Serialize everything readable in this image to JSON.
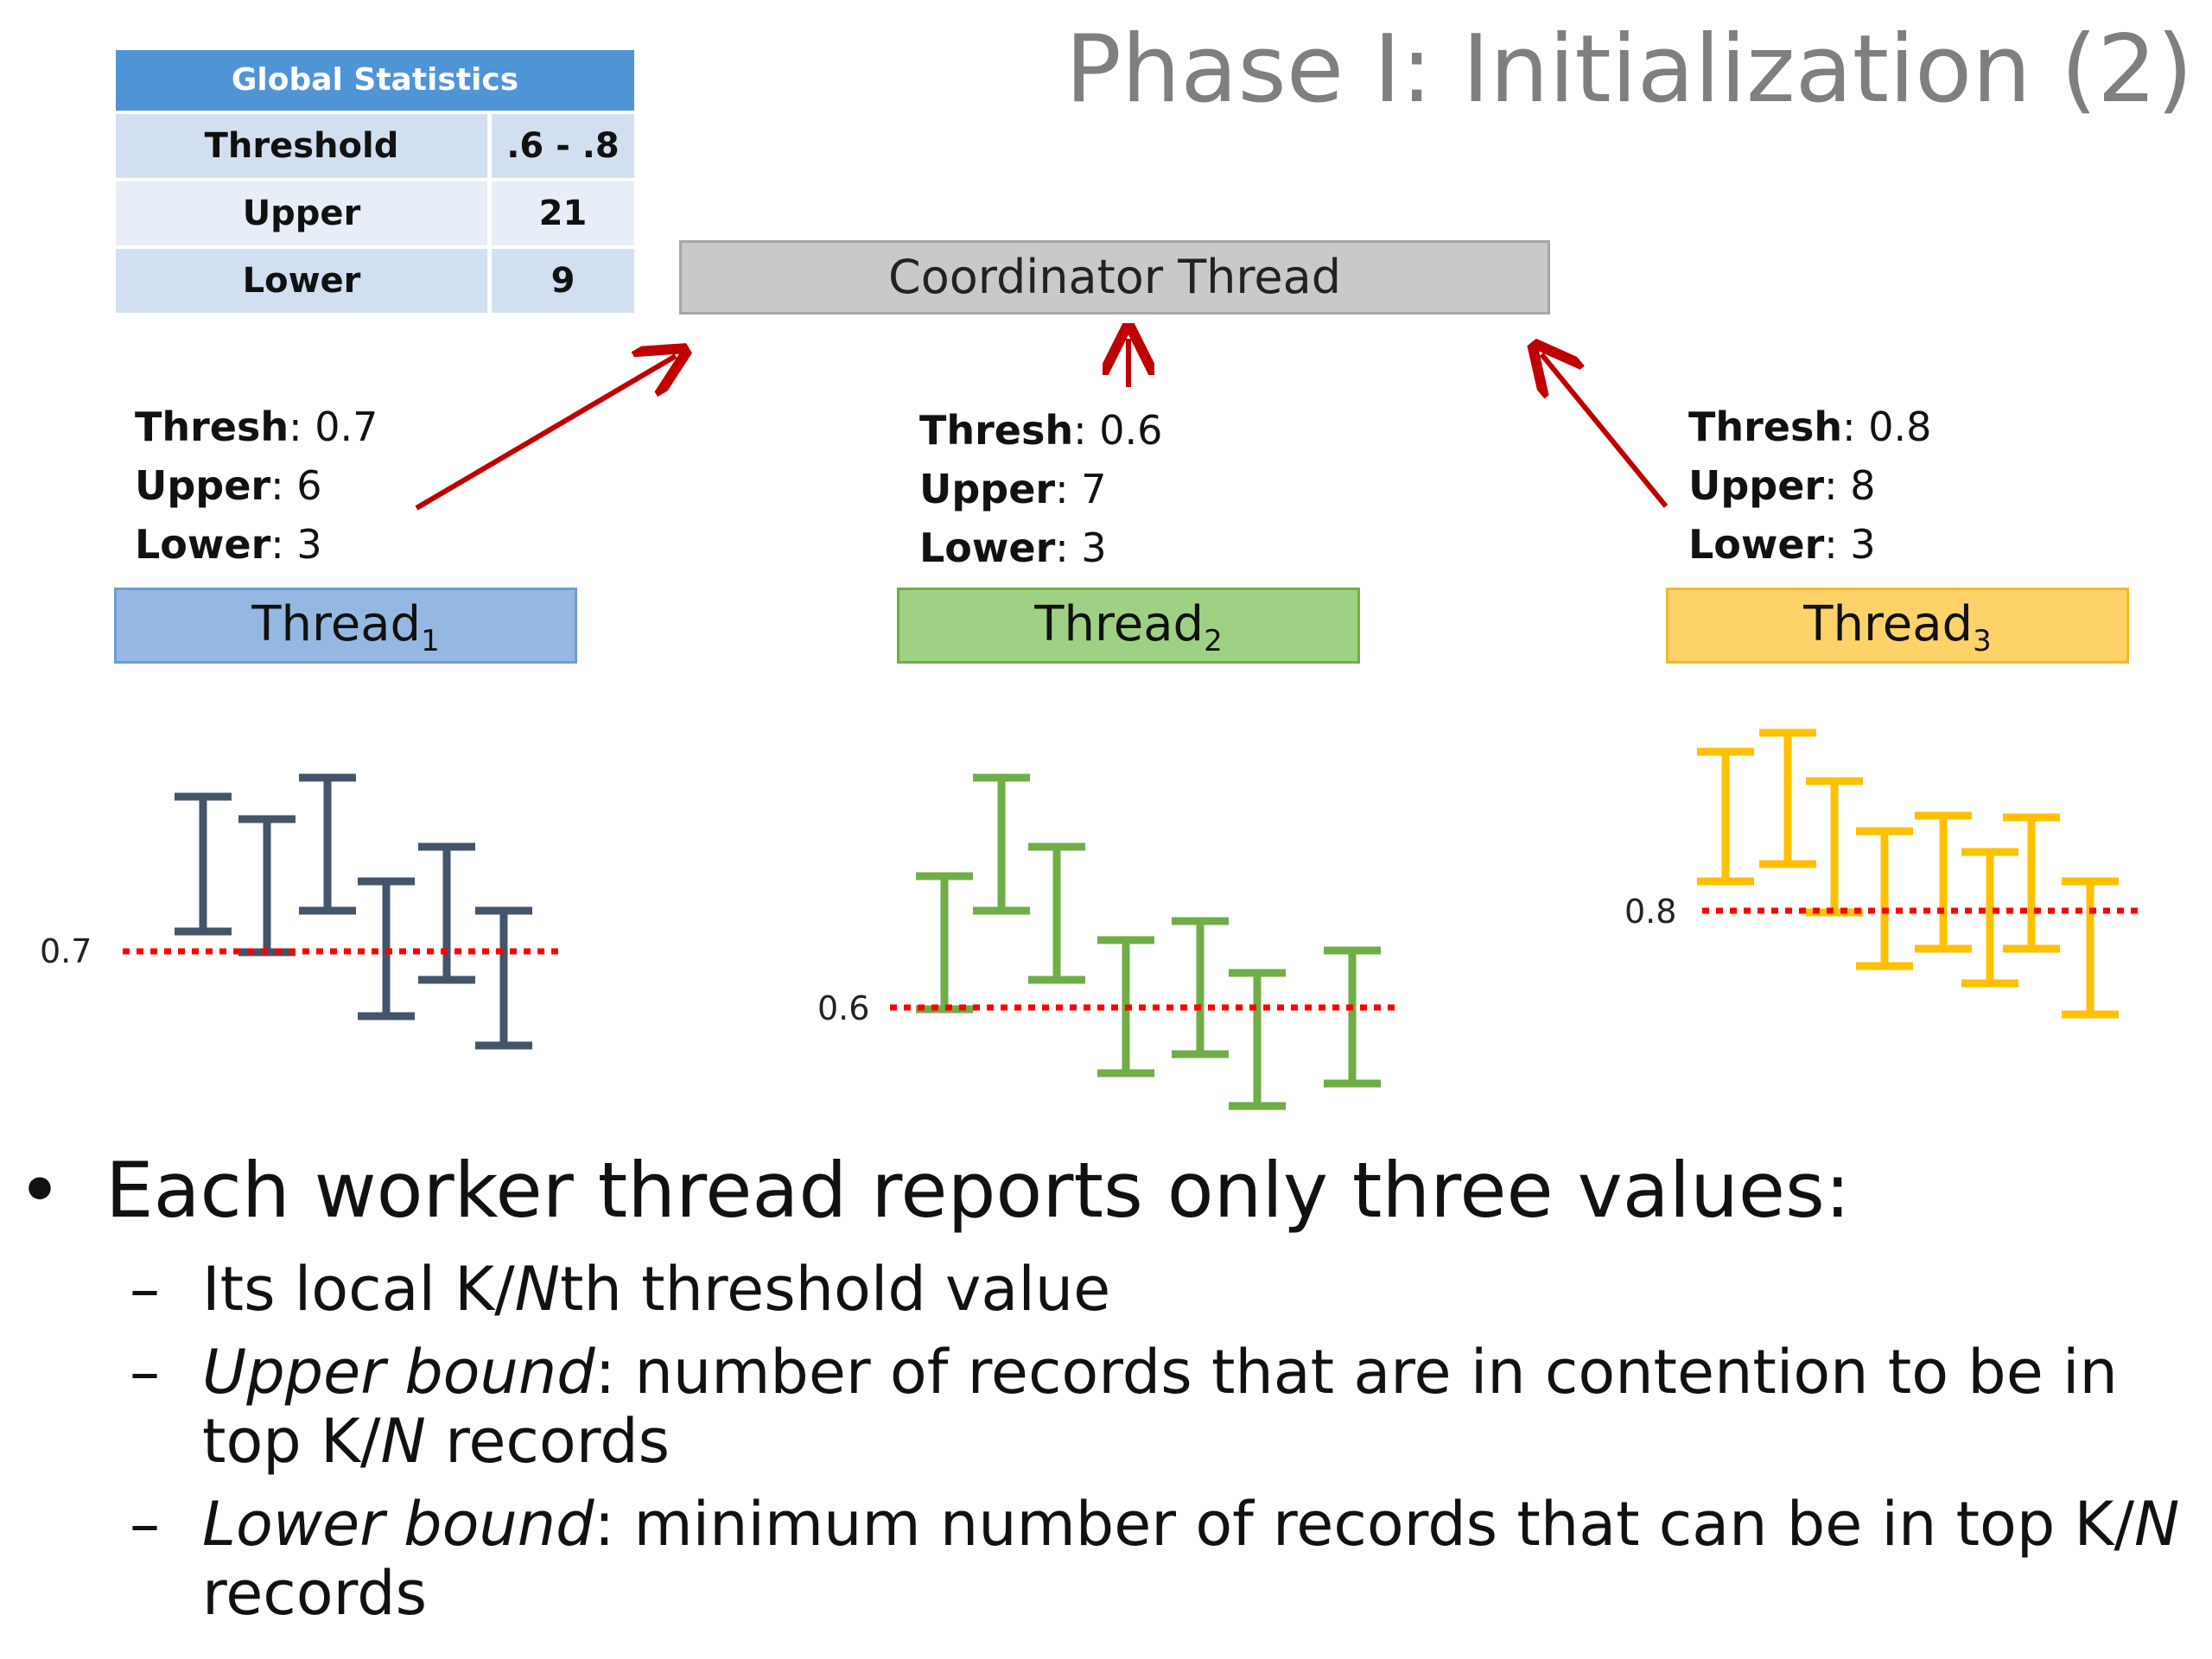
{
  "title": "Phase I: Initialization (2)",
  "global_stats": {
    "header": "Global Statistics",
    "rows": [
      {
        "key": "Threshold",
        "value": ".6 - .8"
      },
      {
        "key": "Upper",
        "value": "21"
      },
      {
        "key": "Lower",
        "value": "9"
      }
    ]
  },
  "coordinator_label": "Coordinator Thread",
  "threads": [
    {
      "name": "Thread",
      "sub": "1",
      "thresh_key": "Thresh",
      "thresh": ": 0.7",
      "upper_key": "Upper",
      "upper": ": 6",
      "lower_key": "Lower",
      "lower": ": 3",
      "threshold_label": "0.7",
      "color": "#44546a"
    },
    {
      "name": "Thread",
      "sub": "2",
      "thresh_key": "Thresh",
      "thresh": ": 0.6",
      "upper_key": "Upper",
      "upper": ": 7",
      "lower_key": "Lower",
      "lower": ": 3",
      "threshold_label": "0.6",
      "color": "#70ad47"
    },
    {
      "name": "Thread",
      "sub": "3",
      "thresh_key": "Thresh",
      "thresh": ": 0.8",
      "upper_key": "Upper",
      "upper": ": 8",
      "lower_key": "Lower",
      "lower": ": 3",
      "threshold_label": "0.8",
      "color": "#ffc000"
    }
  ],
  "arrow_color": "#c00000",
  "threshold_line_color": "#ff0000",
  "bullets": {
    "main": "Each worker thread reports only three values:",
    "sub1": {
      "a": "Its local K/",
      "b": "N",
      "c": "th threshold value"
    },
    "sub2": {
      "term": "Upper bound",
      "text": ": number of records that are in contention to be in top K/",
      "n": "N",
      "end": " records"
    },
    "sub3": {
      "term": "Lower bound",
      "text": ": minimum number of records that can be in top K/",
      "n": "N",
      "end": " records"
    }
  }
}
